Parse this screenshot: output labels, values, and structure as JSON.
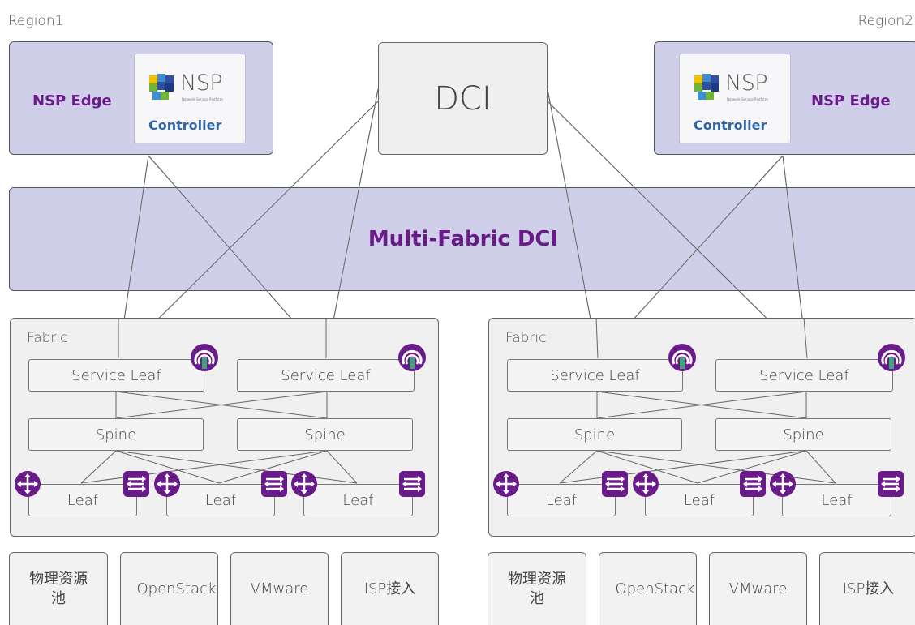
{
  "regions": {
    "left": "Region1",
    "right": "Region2"
  },
  "nsp": {
    "edge_label": "NSP Edge",
    "logo_text": "NSP",
    "logo_subtext": "Network Service Platform",
    "controller_label": "Controller"
  },
  "dci": {
    "label": "DCI"
  },
  "multi_fabric": {
    "label": "Multi-Fabric DCI"
  },
  "fabric": {
    "label": "Fabric",
    "service_leaf_label": "Service Leaf",
    "spine_label": "Spine",
    "leaf_label": "Leaf"
  },
  "resources": [
    "物理资源池",
    "OpenStack",
    "VMware",
    "ISP接入"
  ],
  "colors": {
    "accent_purple": "#6a1b8a",
    "box_purple": "#d0cfe9",
    "box_gray": "#efefef",
    "controller_blue": "#2f66a8",
    "router_icon": "#6a1b8a",
    "switch_icon": "#6a1b8a",
    "service_icon_green": "#3aa876"
  },
  "icons": [
    "router-icon",
    "switch-icon",
    "service-insertion-icon",
    "nsp-cube-logo-icon"
  ]
}
